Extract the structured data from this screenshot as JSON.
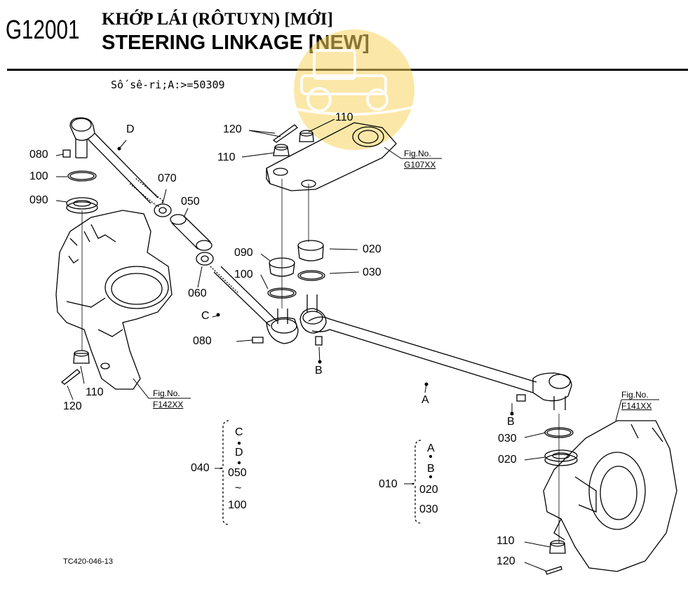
{
  "header": {
    "code": "G12001",
    "title_vi": "KHỚP LÁI (RÔTUYN) [MỚI]",
    "title_en": "STEERING LINKAGE [NEW]"
  },
  "serial_text": "Số sê-ri;A:>=50309",
  "footer": "TC420-046-13",
  "watermark": {
    "color": "#f6c73a",
    "text": ""
  },
  "fig_refs": [
    {
      "id": "g107",
      "label": "Fig.No.",
      "number": "G107XX"
    },
    {
      "id": "f142",
      "label": "Fig.No.",
      "number": "F142XX"
    },
    {
      "id": "f141",
      "label": "Fig.No.",
      "number": "F141XX"
    }
  ],
  "callouts": {
    "p120_top": "120",
    "p110_top_right": "110",
    "p110_top_left": "110",
    "p080_left": "080",
    "p100_left": "100",
    "p090_left": "090",
    "letter_d": "D",
    "p070": "070",
    "p050": "050",
    "p060": "060",
    "p090_mid": "090",
    "p100_mid": "100",
    "p020_mid": "020",
    "p030_mid": "030",
    "letter_c": "C",
    "p080_mid": "080",
    "letter_b_mid": "B",
    "p110_bottom_left": "110",
    "p120_bottom_left": "120",
    "letter_a": "A",
    "letter_b_right": "B",
    "p030_right": "030",
    "p020_right": "020",
    "p110_bottom_right": "110",
    "p120_bottom_right": "120"
  },
  "assemblies": [
    {
      "id": "040",
      "number": "040",
      "items": [
        "C",
        "D",
        "050",
        "~",
        "100"
      ]
    },
    {
      "id": "010",
      "number": "010",
      "items": [
        "A",
        "B",
        "020",
        "030"
      ]
    }
  ]
}
